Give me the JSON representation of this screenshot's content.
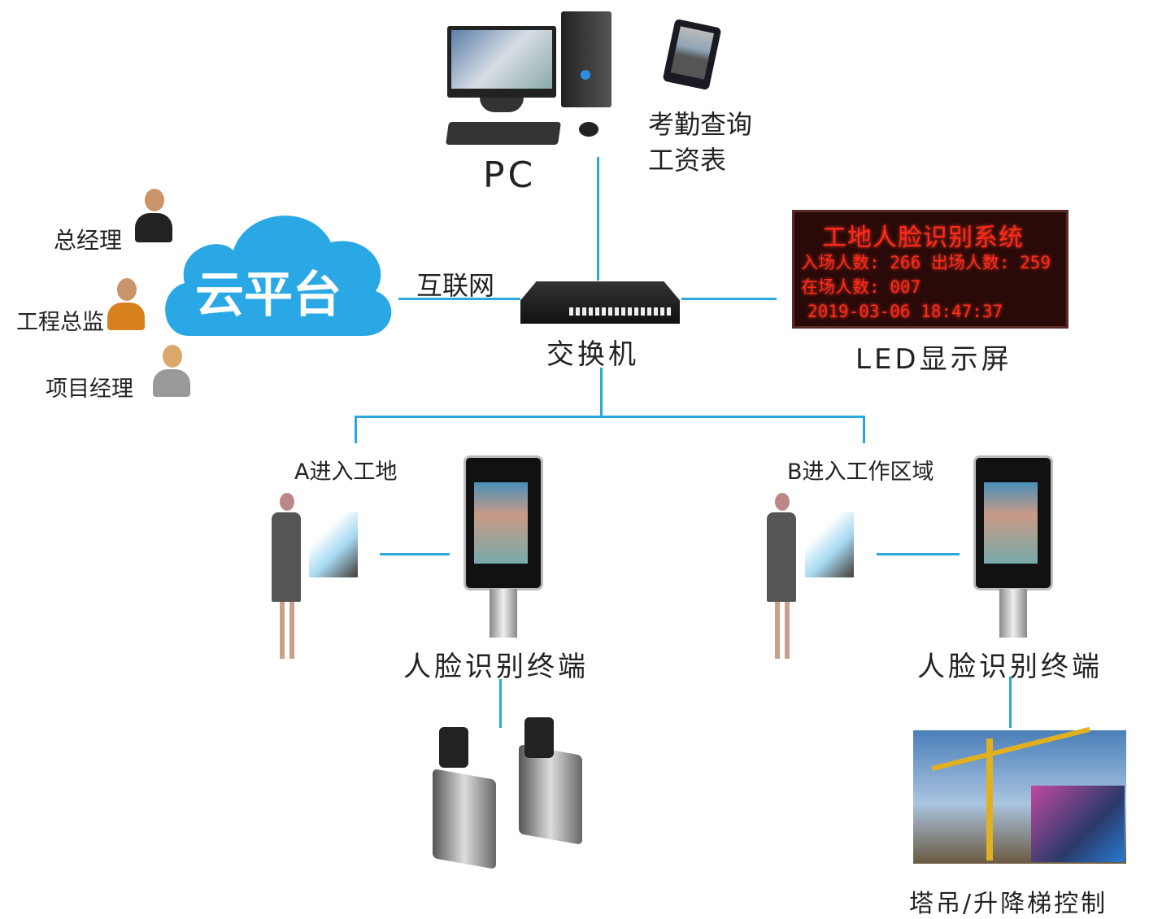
{
  "pc": {
    "label": "PC",
    "side_label_1": "考勤查询",
    "side_label_2": "工资表"
  },
  "cloud": {
    "label": "云平台",
    "link_label": "互联网"
  },
  "roles": [
    "总经理",
    "工程总监",
    "项目经理"
  ],
  "switch": {
    "label": "交换机"
  },
  "led": {
    "label": "LED显示屏",
    "title": "工地人脸识别系统",
    "line1": "入场人数: 266 出场人数: 259",
    "line2": "在场人数: 007",
    "datetime": "2019-03-06 18:47:37"
  },
  "zone_a": {
    "label": "A进入工地",
    "terminal_label": "人脸识别终端"
  },
  "zone_b": {
    "label": "B进入工作区域",
    "terminal_label": "人脸识别终端"
  },
  "crane": {
    "label": "塔吊/升降梯控制"
  },
  "colors": {
    "line": "#2aa8df",
    "cloud": "#2aa8e6",
    "led_text": "#ff2a1a"
  }
}
